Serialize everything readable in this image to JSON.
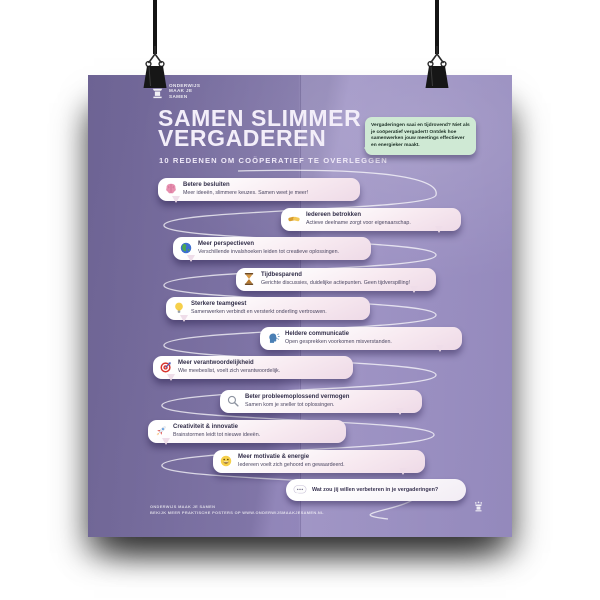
{
  "poster": {
    "logo": {
      "icon": "omjs-logo-icon",
      "brand_lines": [
        "ONDERWIJS",
        "MAAK JE",
        "SAMEN"
      ]
    },
    "title_line1": "SAMEN SLIMMER",
    "title_line2": "VERGADEREN",
    "subtitle": "10 REDENEN OM COÖPERATIEF TE OVERLEGGEN",
    "callout": {
      "text": "Vergaderingen saai en tijdrovend? Niet als je coöperatief vergadert! Ontdek hoe samenwerken jouw meetings effectiever en energieker maakt."
    },
    "bubbles": [
      {
        "icon": "brain-icon",
        "title": "Betere besluiten",
        "desc": "Meer ideeën, slimmere keuzes. Samen weet je meer!"
      },
      {
        "icon": "handshake-icon",
        "title": "Iedereen betrokken",
        "desc": "Actieve deelname zorgt voor eigenaarschap."
      },
      {
        "icon": "globe-icon",
        "title": "Meer perspectieven",
        "desc": "Verschillende invalshoeken leiden tot creatieve oplossingen."
      },
      {
        "icon": "hourglass-icon",
        "title": "Tijdbesparend",
        "desc": "Gerichte discussies, duidelijke actiepunten. Geen tijdverspilling!"
      },
      {
        "icon": "lightbulb-icon",
        "title": "Sterkere teamgeest",
        "desc": "Samenwerken verbindt en versterkt onderling vertrouwen."
      },
      {
        "icon": "speaking-head-icon",
        "title": "Heldere communicatie",
        "desc": "Open gesprekken voorkomen misverstanden."
      },
      {
        "icon": "target-icon",
        "title": "Meer verantwoordelijkheid",
        "desc": "Wie meebeslist, voelt zich verantwoordelijk."
      },
      {
        "icon": "magnifier-icon",
        "title": "Beter probleemoplossend vermogen",
        "desc": "Samen kom je sneller tot oplossingen."
      },
      {
        "icon": "rocket-icon",
        "title": "Creativiteit & innovatie",
        "desc": "Brainstormen leidt tot nieuwe ideeën."
      },
      {
        "icon": "smiley-icon",
        "title": "Meer motivatie & energie",
        "desc": "Iedereen voelt zich gehoord en gewaardeerd."
      }
    ],
    "question": {
      "icon": "speech-ellipsis-icon",
      "text": "Wat zou jij willen verbeteren in je vergaderingen?"
    },
    "footer": {
      "line1": "ONDERWIJS MAAK JE SAMEN",
      "line2": "BEKIJK MEER PRAKTISCHE POSTERS OP WWW.ONDERWIJSMAAKJESAMEN.NL"
    },
    "colors": {
      "poster_purple": "#8a7eb5",
      "bubble_pink": "#f6e4ee",
      "callout_green": "#cfe9d4",
      "title_white": "#f3eef9",
      "curve_white": "#ffffff"
    }
  }
}
